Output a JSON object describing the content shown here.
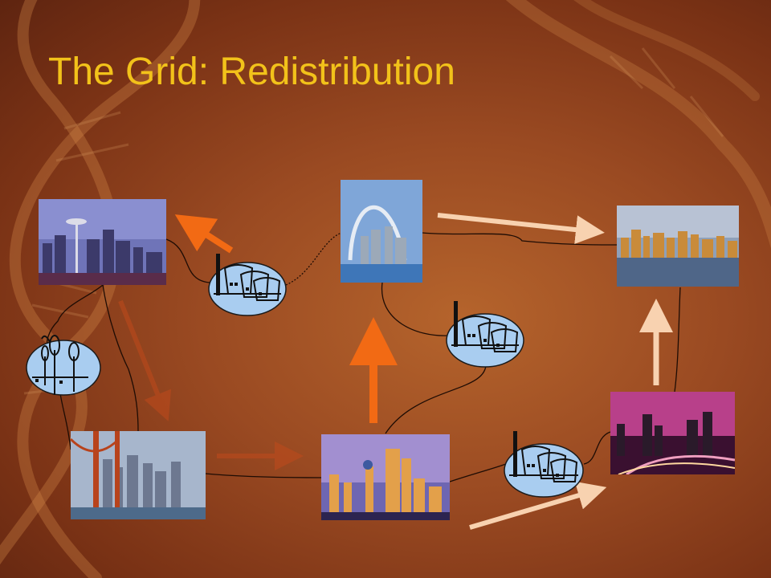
{
  "slide": {
    "title": "The Grid: Redistribution"
  },
  "palette": {
    "background": "#9a4a22",
    "title_color": "#f2c21a",
    "arrow_primary": "#f26a14",
    "arrow_secondary": "#f8d2b0",
    "arrow_faded": "#c04a1c",
    "icon_fill": "#a9cdf0"
  },
  "nodes": {
    "cities": [
      "seattle-skyline-photo",
      "st-louis-arch-photo",
      "new-york-skyline-photo",
      "san-francisco-bridge-photo",
      "dallas-skyline-photo",
      "night-city-photo"
    ],
    "plants": [
      "power-plant-icon",
      "power-plant-icon",
      "power-plant-icon"
    ],
    "generators": [
      "wind-turbine-icon"
    ]
  }
}
